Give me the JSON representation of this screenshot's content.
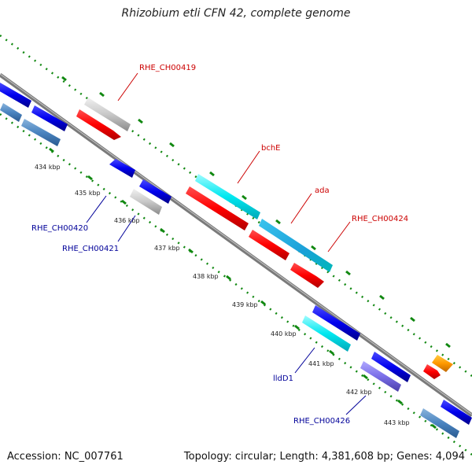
{
  "title": "Rhizobium etli CFN 42, complete genome",
  "footer": {
    "accession": "Accession: NC_007761",
    "summary": "Topology: circular; Length: 4,381,608 bp; Genes: 4,094"
  },
  "colors": {
    "forward_label": "#cc0000",
    "reverse_label": "#000099",
    "backbone": "#888888",
    "tick_dots": "#118811"
  },
  "ticks": [
    "434 kbp",
    "435 kbp",
    "436 kbp",
    "437 kbp",
    "438 kbp",
    "439 kbp",
    "440 kbp",
    "441 kbp",
    "442 kbp",
    "443 kbp"
  ],
  "forward_genes": [
    "RHE_CH00419",
    "bchE",
    "ada",
    "RHE_CH00424"
  ],
  "reverse_genes": [
    "RHE_CH00420",
    "RHE_CH00421",
    "lldD1",
    "RHE_CH00426"
  ]
}
